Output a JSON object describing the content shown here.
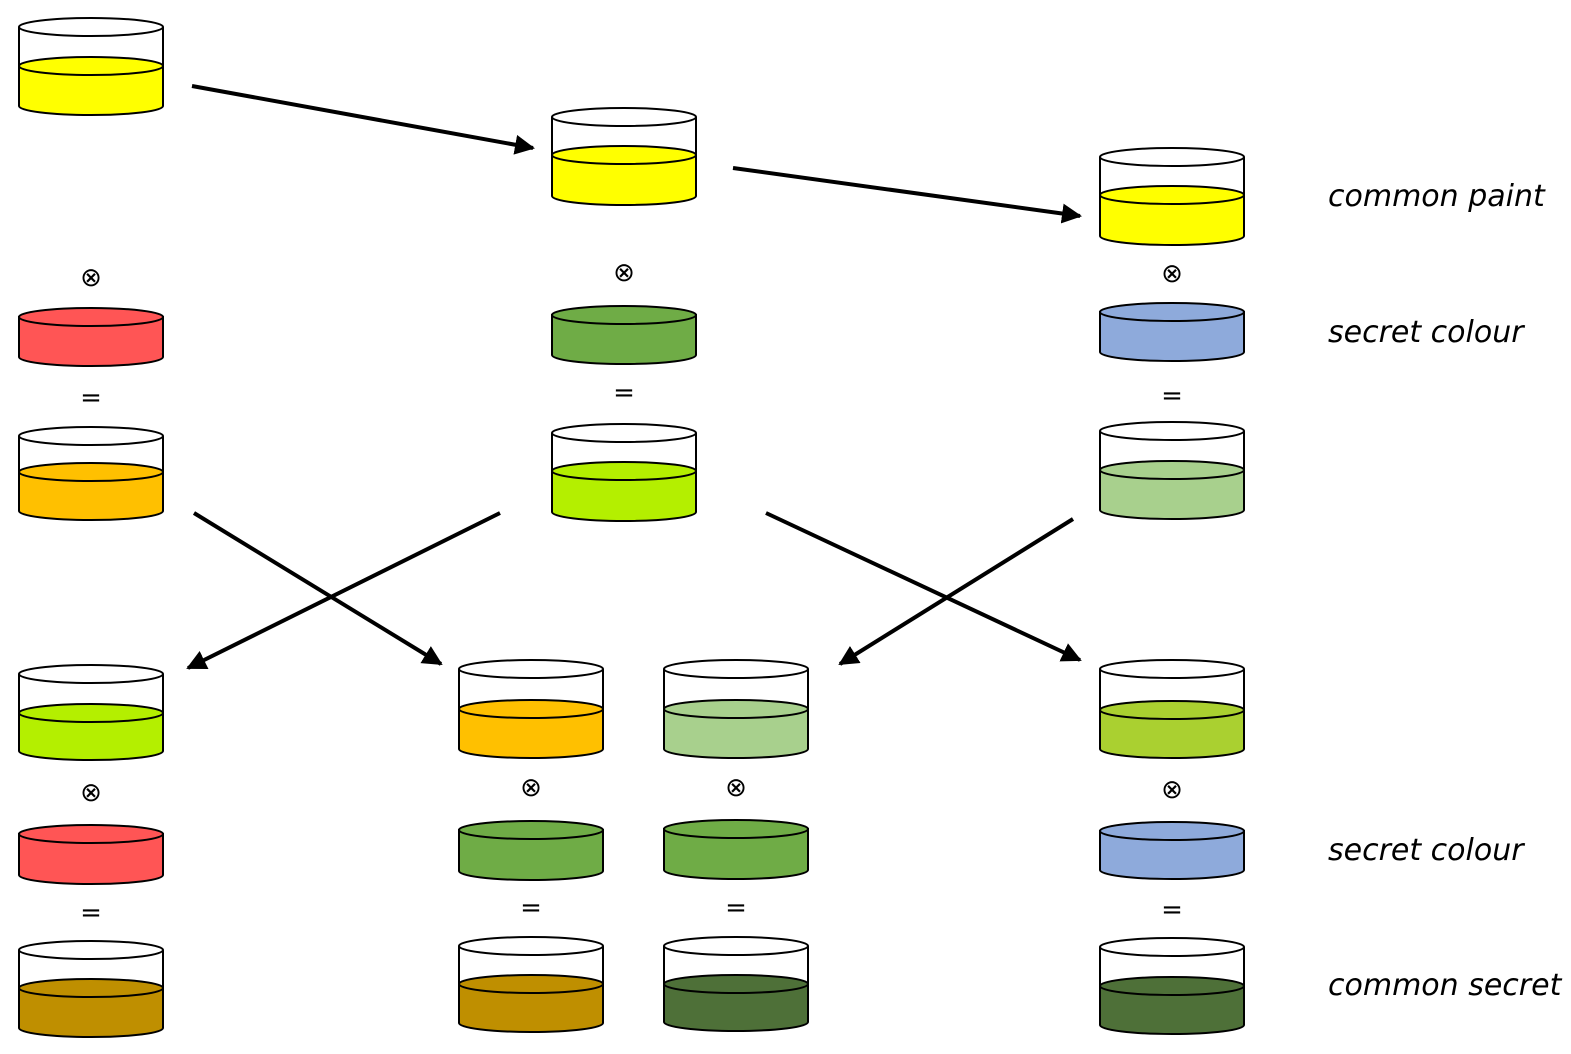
{
  "colors": {
    "yellow": "#ffff00",
    "red": "#ff5555",
    "green": "#6fac46",
    "blue": "#8eaadb",
    "orange": "#ffc000",
    "lime": "#b4ef00",
    "pale_green": "#a8d08d",
    "yellow_green": "#aad030",
    "brown": "#bf8f00",
    "dark_green": "#4e7038",
    "outline": "#000000"
  },
  "labels": {
    "common_paint": "common paint",
    "secret_colour_top": "secret colour",
    "secret_colour_bottom": "secret colour",
    "common_secret": "common secret"
  },
  "operators": {
    "mix": "⊗",
    "equals": "="
  }
}
